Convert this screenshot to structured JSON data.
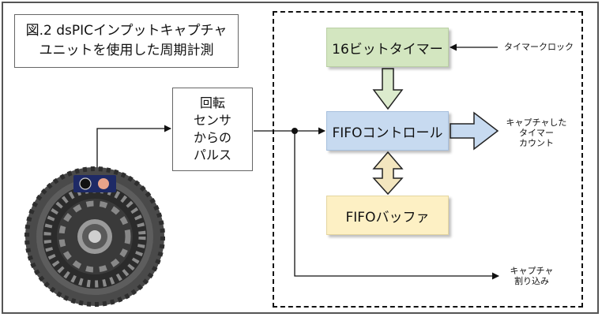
{
  "title": {
    "line1": "図.2  dsPICインプットキャプチャ",
    "line2": "ユニットを使用した周期計測"
  },
  "blocks": {
    "timer": "16ビットタイマー",
    "controller": "FIFOコントロール",
    "buffer": "FIFOバッファ",
    "pulse_lines": [
      "回転",
      "センサ",
      "からの",
      "パルス"
    ]
  },
  "labels": {
    "timer_clock": "タイマークロック",
    "captured_count": [
      "キャプチャした",
      "タイマー",
      "カウント"
    ],
    "capture_interrupt": [
      "キャプチャ",
      "割り込み"
    ]
  },
  "icons": {
    "wheel": "rotor-wheel-icon",
    "sensor": "sensor-icon"
  },
  "colors": {
    "timer_fill": "#d3e6c0",
    "controller_fill": "#c7daf0",
    "buffer_fill": "#fdf0c4"
  }
}
